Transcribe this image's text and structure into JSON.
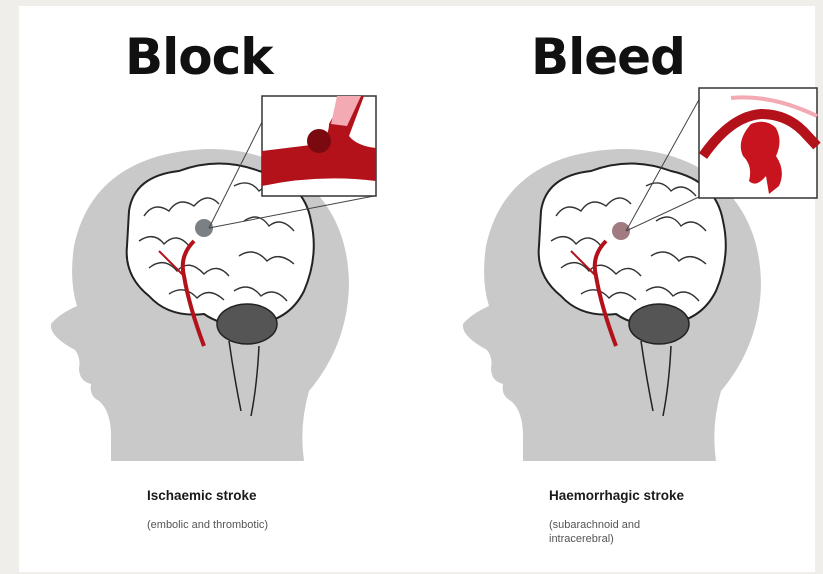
{
  "colors": {
    "head": "#c9c9c9",
    "brain": "#ffffff",
    "vessel": "#b3121b",
    "vessel_light": "#f3aab3",
    "cerebellum": "#555555"
  },
  "panels": [
    {
      "title": "Block",
      "caption": "Ischaemic stroke",
      "detail": "(embolic and thrombotic)"
    },
    {
      "title": "Bleed",
      "caption": "Haemorrhagic stroke",
      "detail": "(subarachnoid and intracerebral)"
    }
  ]
}
